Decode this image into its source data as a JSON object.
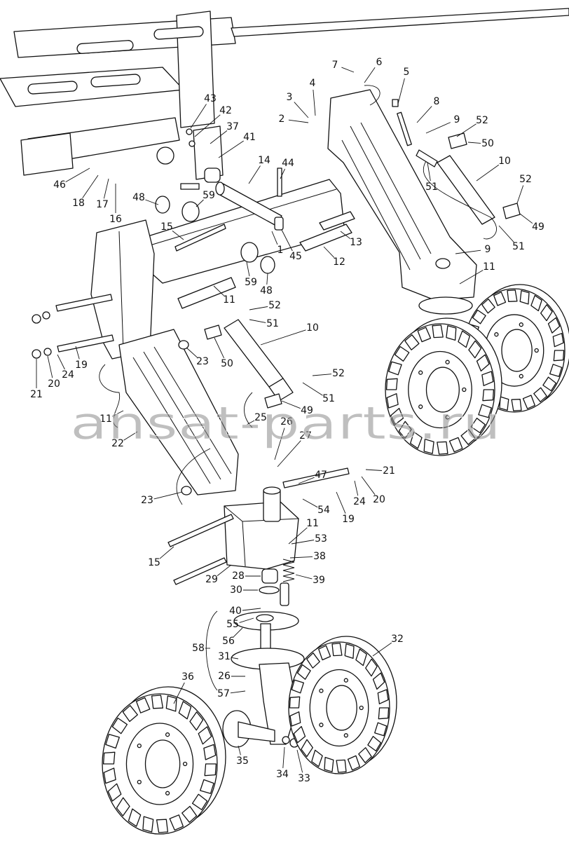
{
  "watermark": "ansat-parts.ru",
  "colors": {
    "line": "#111111",
    "paper": "#ffffff",
    "watermark": "#8a8a8a"
  },
  "callouts": [
    "7",
    "6",
    "5",
    "3",
    "4",
    "8",
    "2",
    "9",
    "52",
    "43",
    "42",
    "37",
    "41",
    "50",
    "14",
    "44",
    "10",
    "46",
    "18",
    "17",
    "16",
    "59",
    "48",
    "52",
    "51",
    "49",
    "15",
    "51",
    "13",
    "9",
    "1",
    "45",
    "12",
    "11",
    "59",
    "48",
    "11",
    "52",
    "51",
    "10",
    "19",
    "23",
    "24",
    "50",
    "52",
    "21",
    "20",
    "51",
    "11",
    "49",
    "25",
    "26",
    "22",
    "27",
    "21",
    "47",
    "20",
    "24",
    "23",
    "54",
    "19",
    "11",
    "15",
    "53",
    "38",
    "29",
    "28",
    "39",
    "30",
    "40",
    "55",
    "56",
    "32",
    "58",
    "31",
    "36",
    "26",
    "57",
    "35",
    "34",
    "33"
  ]
}
